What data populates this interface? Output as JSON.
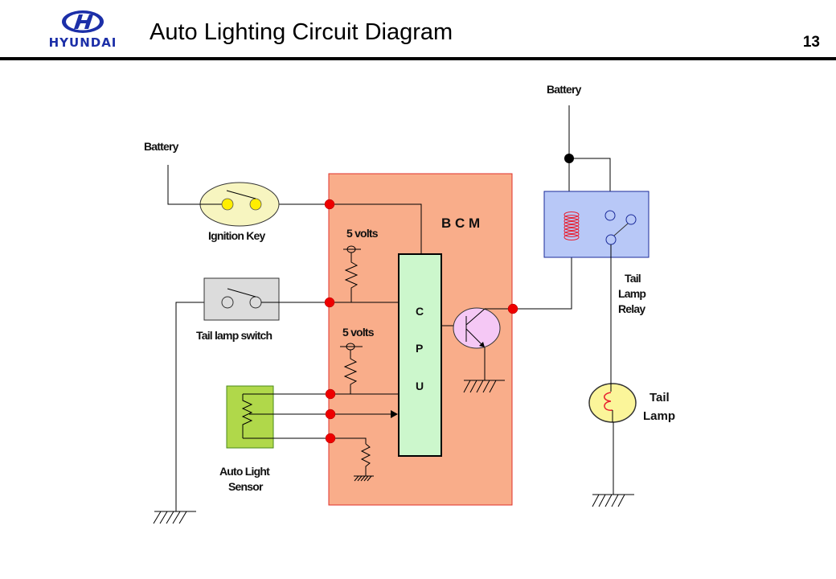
{
  "header": {
    "brand": "HYUNDAI",
    "title": "Auto Lighting Circuit Diagram",
    "page_number": "13"
  },
  "diagram": {
    "battery_left_label": "Battery",
    "battery_right_label": "Battery",
    "ignition_key_label": "Ignition Key",
    "tail_lamp_switch_label": "Tail lamp switch",
    "auto_light_sensor_label": [
      "Auto Light",
      "Sensor"
    ],
    "bcm_label": "B C M",
    "five_volts_top": "5 volts",
    "five_volts_bottom": "5 volts",
    "cpu_letters": [
      "C",
      "P",
      "U"
    ],
    "relay_label": [
      "Tail",
      "Lamp",
      "Relay"
    ],
    "tail_lamp_label": [
      "Tail",
      "Lamp"
    ]
  },
  "colors": {
    "bcm_fill": "#f9ad8a",
    "bcm_border": "#e0302a",
    "cpu_fill": "#ccf7cc",
    "relay_fill": "#b8c8f7",
    "relay_border": "#1a2a9a",
    "transistor_fill": "#f5c8f5",
    "ignition_fill": "#f7f5c0",
    "contact_yellow": "#ffee00",
    "switch_fill": "#dcdcdc",
    "sensor_fill": "#b0d84a",
    "lamp_fill": "#fbf59a",
    "connector_red": "#ee0000",
    "coil_red": "#e82030",
    "brand_blue": "#1c2fa8"
  }
}
